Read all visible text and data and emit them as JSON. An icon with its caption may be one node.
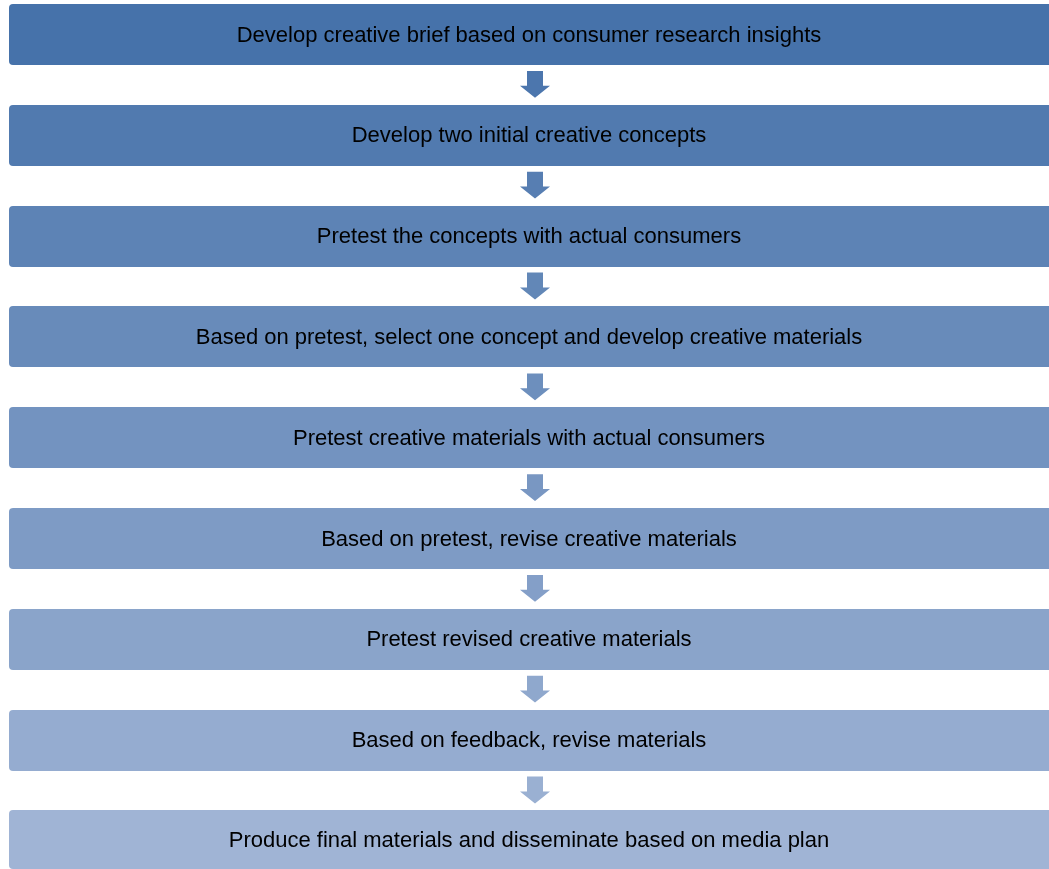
{
  "diagram": {
    "nodes": [
      {
        "text": [
          "Develop creative brief based on consumer research insights"
        ]
      },
      {
        "text": [
          "Develop two initial creative concepts"
        ]
      },
      {
        "text": [
          "Pretest the concepts with actual consumers"
        ]
      },
      {
        "text": [
          "Based on pretest, select one concept and develop creative materials"
        ]
      },
      {
        "text": [
          "Pretest creative materials with actual consumers"
        ]
      },
      {
        "text": [
          "Based on pretest, revise creative materials"
        ]
      },
      {
        "text": [
          "Pretest revised creative materials"
        ]
      },
      {
        "text": [
          "Based on feedback, revise materials"
        ]
      },
      {
        "text": [
          "Produce final materials and disseminate based on media plan"
        ]
      }
    ],
    "edges": [
      {
        "from": 0,
        "to": 1,
        "arrow": "to"
      },
      {
        "from": 1,
        "to": 2,
        "arrow": "to"
      },
      {
        "from": 2,
        "to": 3,
        "arrow": "to"
      },
      {
        "from": 3,
        "to": 4,
        "arrow": "to"
      },
      {
        "from": 4,
        "to": 5,
        "arrow": "to"
      },
      {
        "from": 5,
        "to": 6,
        "arrow": "to"
      },
      {
        "from": 6,
        "to": 7,
        "arrow": "to"
      },
      {
        "from": 7,
        "to": 8,
        "arrow": "to"
      }
    ]
  }
}
